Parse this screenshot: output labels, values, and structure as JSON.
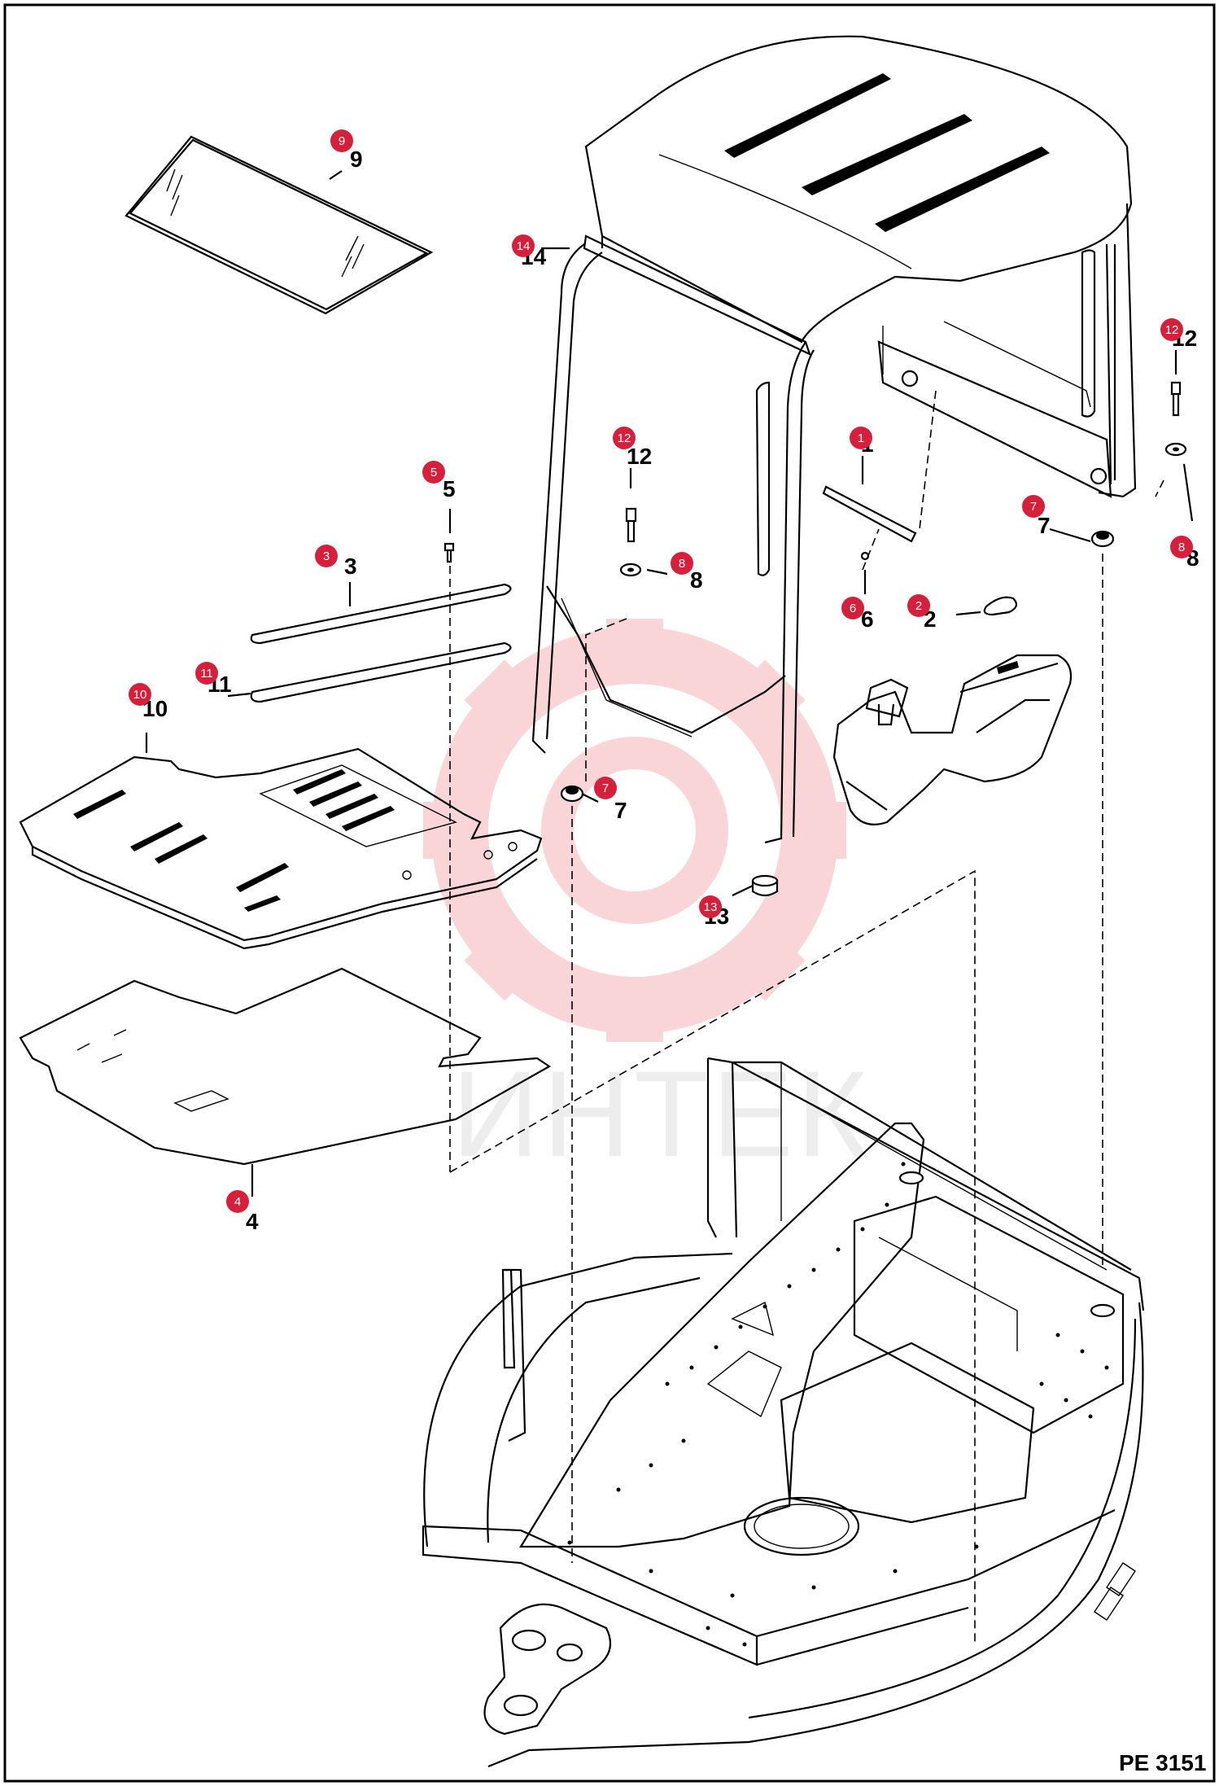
{
  "diagram": {
    "page_id": "PE 3151",
    "watermark": "ИНТЕК",
    "colors": {
      "callout": "#d6203b",
      "line": "#000000",
      "watermark": "#f5a3a8"
    },
    "callouts": [
      {
        "id": "9",
        "label": "9"
      },
      {
        "id": "14",
        "label": "14"
      },
      {
        "id": "12a",
        "label": "12"
      },
      {
        "id": "12b",
        "label": "12"
      },
      {
        "id": "1",
        "label": "1"
      },
      {
        "id": "5",
        "label": "5"
      },
      {
        "id": "7a",
        "label": "7"
      },
      {
        "id": "8a",
        "label": "8"
      },
      {
        "id": "8b",
        "label": "8"
      },
      {
        "id": "3",
        "label": "3"
      },
      {
        "id": "6",
        "label": "6"
      },
      {
        "id": "2",
        "label": "2"
      },
      {
        "id": "11",
        "label": "11"
      },
      {
        "id": "10",
        "label": "10"
      },
      {
        "id": "7b",
        "label": "7"
      },
      {
        "id": "13",
        "label": "13"
      },
      {
        "id": "4",
        "label": "4"
      }
    ]
  }
}
